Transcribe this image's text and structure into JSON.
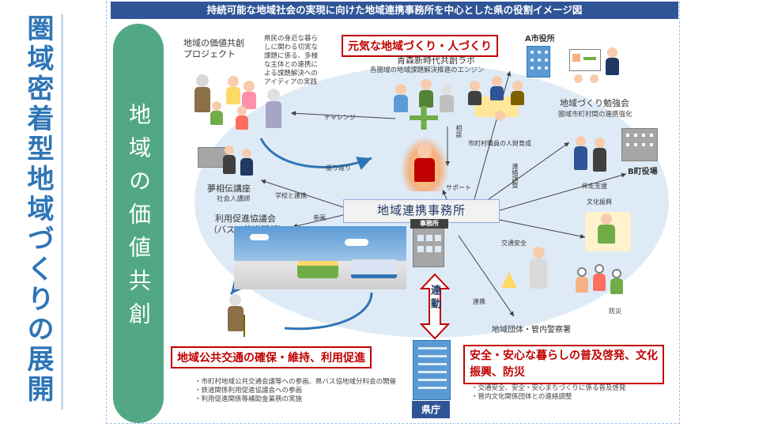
{
  "main_title": "圏域密着型地域づくりの展開",
  "header": "持続可能な地域社会の実現に向けた地域連携事務所を中心とした県の役割イメージ図",
  "side_pillar": "地域の価値共創",
  "center": "地域連携事務所",
  "red_boxes": {
    "top": "元気な地域づくり・人づくり",
    "bottom_left": "地域公共交通の確保・維持、利用促進",
    "bottom_right": "安全・安心な暮らしの普及啓発、文化振興、防災"
  },
  "labels": {
    "value_project_line1": "地域の価値共創",
    "value_project_line2": "プロジェクト",
    "resident_note": [
      "県民の身近な暮ら",
      "しに関わる切実な",
      "課題に係る、多様",
      "な主体との連携に",
      "よる課題解決への",
      "アイディアの実践"
    ],
    "aomori_lab": "青森新時代共創ラボ",
    "aomori_lab_sub": "各圏域の地域課題解決推進のエンジン",
    "challenge": "チャレンジ",
    "reflection": "振り返り",
    "consult": "相談",
    "support": "サポート",
    "staff_training": "市町村職員の人財育成",
    "yume": "夢相伝講座",
    "yume_sub": "社会人講師",
    "learn_coop": "学校と連携",
    "a_city": "A市役所",
    "study_group": "地域づくり勉強会",
    "study_group_sub": "圏域市町村間の連携強化",
    "coord": "連絡調整",
    "companion": "伴走支援",
    "b_town": "B町役場",
    "council": "利用促進協議会",
    "council_sub": "（バス・鉄道関係）",
    "participate": "参画",
    "office_sign": "事務所",
    "culture": "文化振興",
    "traffic": "交通安全",
    "disaster": "防災",
    "coop": "連携",
    "police": "地域団体・管内警察署",
    "renkei": "連動",
    "kencho": "県庁"
  },
  "bullets_left": [
    "・市町村地域公共交通会議等への参画、県バス協地域分科会の開催",
    "・鉄道関係利用促進協議会への参画",
    "・利用促進関係等補助金業務の実施"
  ],
  "bullets_right": [
    "・交通安全、安全・安心まちづくりに係る普及啓発",
    "・管内文化関係団体との連絡調整"
  ],
  "colors": {
    "title": "#2e75b6",
    "header_bg": "#2f5597",
    "pillar": "#52a886",
    "ellipse": "#deebf7",
    "accent_red": "#c00000"
  }
}
